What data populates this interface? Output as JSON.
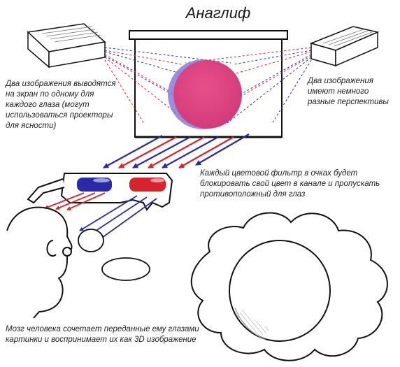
{
  "title": "Анаглиф",
  "labels": {
    "left": "Два изображения выводятся на экран по одному для каждого глаза (могут использоваться проекторы для ясности)",
    "right": "Два изображения имеют немного разные перспективы",
    "middle": "Каждый цветовой фильтр в очках будет блокировать свой цвет в канале и пропускать противоположный для глаз",
    "bottom": "Мозг человека сочетает переданные ему глазами картинки и воспринимает их как 3D изображение"
  },
  "colors": {
    "red": "#d9232c",
    "blue": "#2a2aa8",
    "magenta": "#e8508c",
    "outline": "#111111",
    "text": "#222222"
  },
  "icons": [
    "projector-left-icon",
    "projector-right-icon",
    "projection-screen-icon",
    "anaglyph-glasses-icon",
    "head-icon",
    "thought-cloud-icon",
    "sphere-icon"
  ]
}
